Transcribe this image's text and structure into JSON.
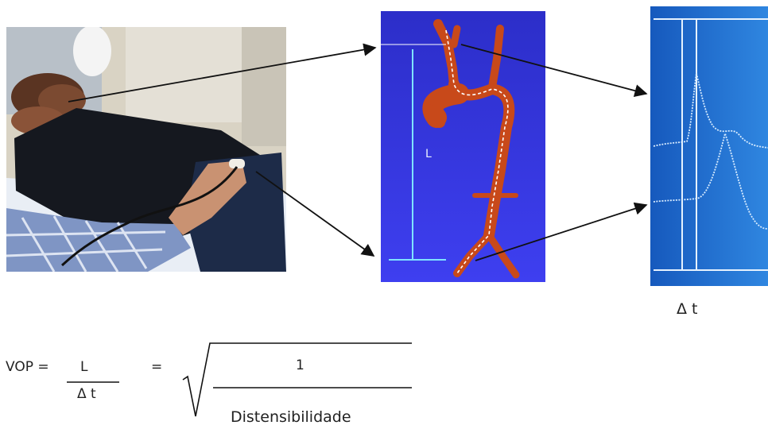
{
  "scope_caption": "Δ t",
  "angio_label": "L",
  "formula": {
    "lhs": "VOP =",
    "numerator": "L",
    "denominator": "Δ t",
    "equals": "=",
    "sqrt_numerator": "1",
    "sqrt_denominator": "Distensibilidade"
  },
  "colors": {
    "angio_bg": "#2a2bd6",
    "artery": "#c8491a",
    "scope_bg": "#1a6fd2",
    "trace": "#d8ecff",
    "arrow": "#111111"
  }
}
